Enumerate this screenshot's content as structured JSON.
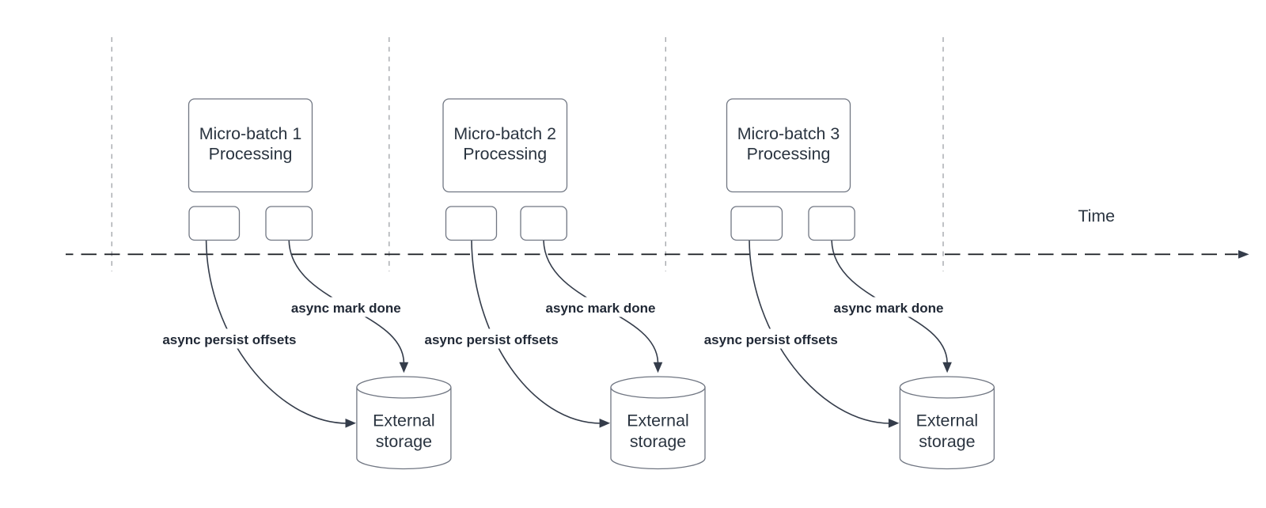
{
  "diagram": {
    "type": "micro-batch-processing-timeline",
    "background": "#ffffff",
    "colors": {
      "shape_stroke": "#707682",
      "connector_stroke": "#343c4a",
      "timeline_stroke": "#15181e",
      "timeline_arrow": "#343c4a",
      "gridline_stroke": "#a6a9ad",
      "shape_text": "#2a3440",
      "connector_label_text": "#212936"
    }
  },
  "timeline": {
    "label": "Time"
  },
  "groups": [
    {
      "process_box": {
        "line1": "Micro-batch 1",
        "line2": "Processing"
      },
      "persist_label": "async persist offsets",
      "mark_done_label": "async mark done",
      "storage": {
        "line1": "External",
        "line2": "storage"
      }
    },
    {
      "process_box": {
        "line1": "Micro-batch 2",
        "line2": "Processing"
      },
      "persist_label": "async persist offsets",
      "mark_done_label": "async mark done",
      "storage": {
        "line1": "External",
        "line2": "storage"
      }
    },
    {
      "process_box": {
        "line1": "Micro-batch 3",
        "line2": "Processing"
      },
      "persist_label": "async persist offsets",
      "mark_done_label": "async mark done",
      "storage": {
        "line1": "External",
        "line2": "storage"
      }
    }
  ]
}
